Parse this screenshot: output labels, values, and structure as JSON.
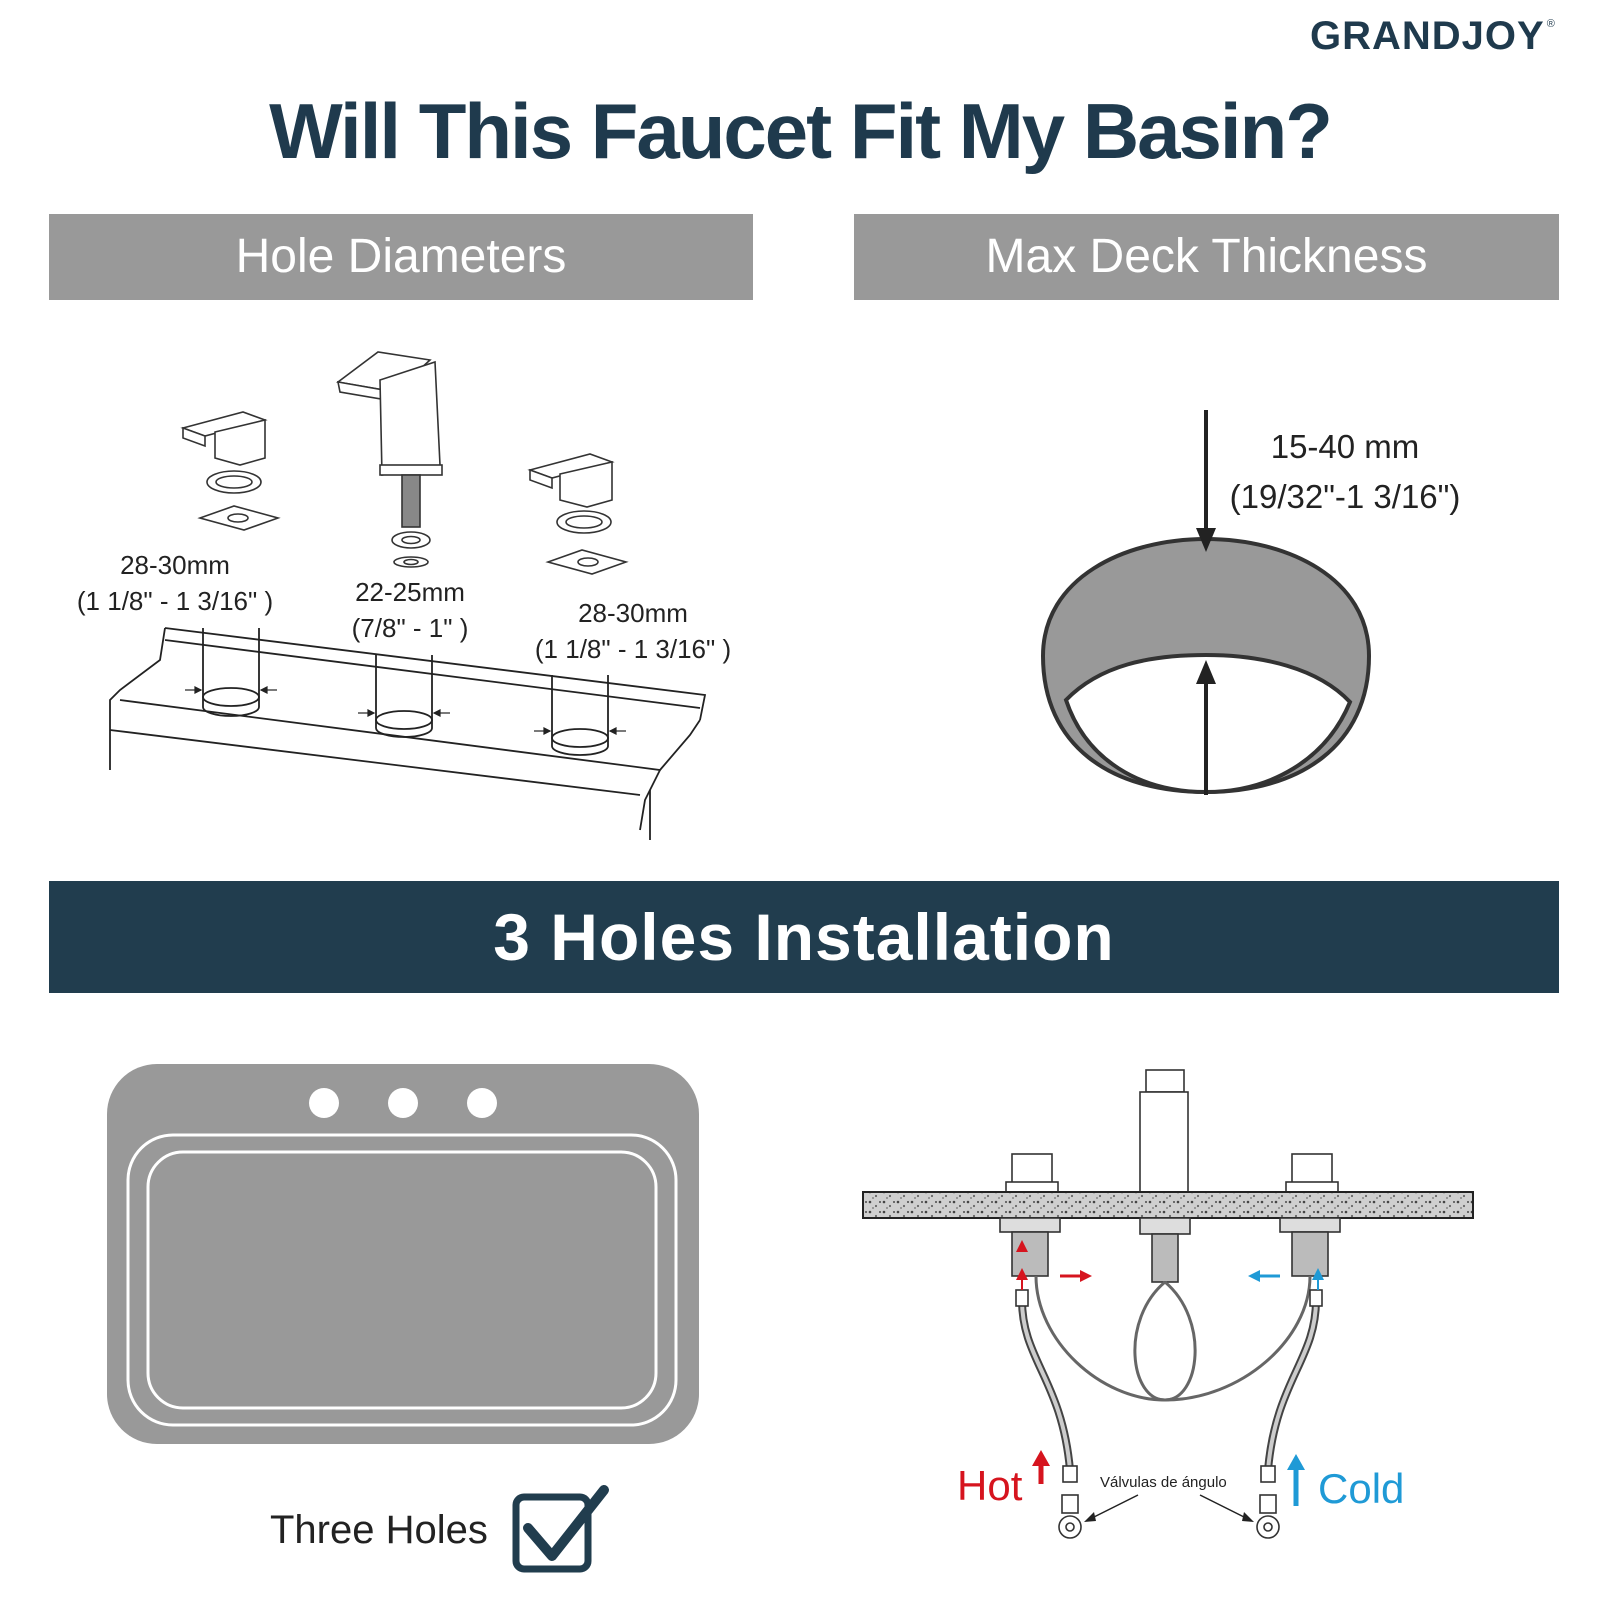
{
  "brand": {
    "name": "GRANDJOY",
    "mark": "®"
  },
  "title": "Will This Faucet Fit My Basin?",
  "hole_diameters": {
    "header": "Hole Diameters",
    "left": {
      "mm": "28-30mm",
      "inch": "(1 1/8\" - 1 3/16\" )"
    },
    "center": {
      "mm": "22-25mm",
      "inch": "(7/8\" - 1\" )"
    },
    "right": {
      "mm": "28-30mm",
      "inch": "(1 1/8\" - 1 3/16\" )"
    }
  },
  "deck_thickness": {
    "header": "Max Deck Thickness",
    "mm": "15-40 mm",
    "inch": "(19/32\"-1 3/16\")"
  },
  "installation": {
    "header": "3 Holes Installation",
    "sink_label": "Three Holes",
    "hot_label": "Hot",
    "cold_label": "Cold",
    "valve_label": "Válvulas de ángulo"
  },
  "colors": {
    "navy": "#213d4e",
    "header_gray": "#999999",
    "sink_gray": "#999999",
    "hot": "#d6141e",
    "cold": "#1f9ad6"
  }
}
